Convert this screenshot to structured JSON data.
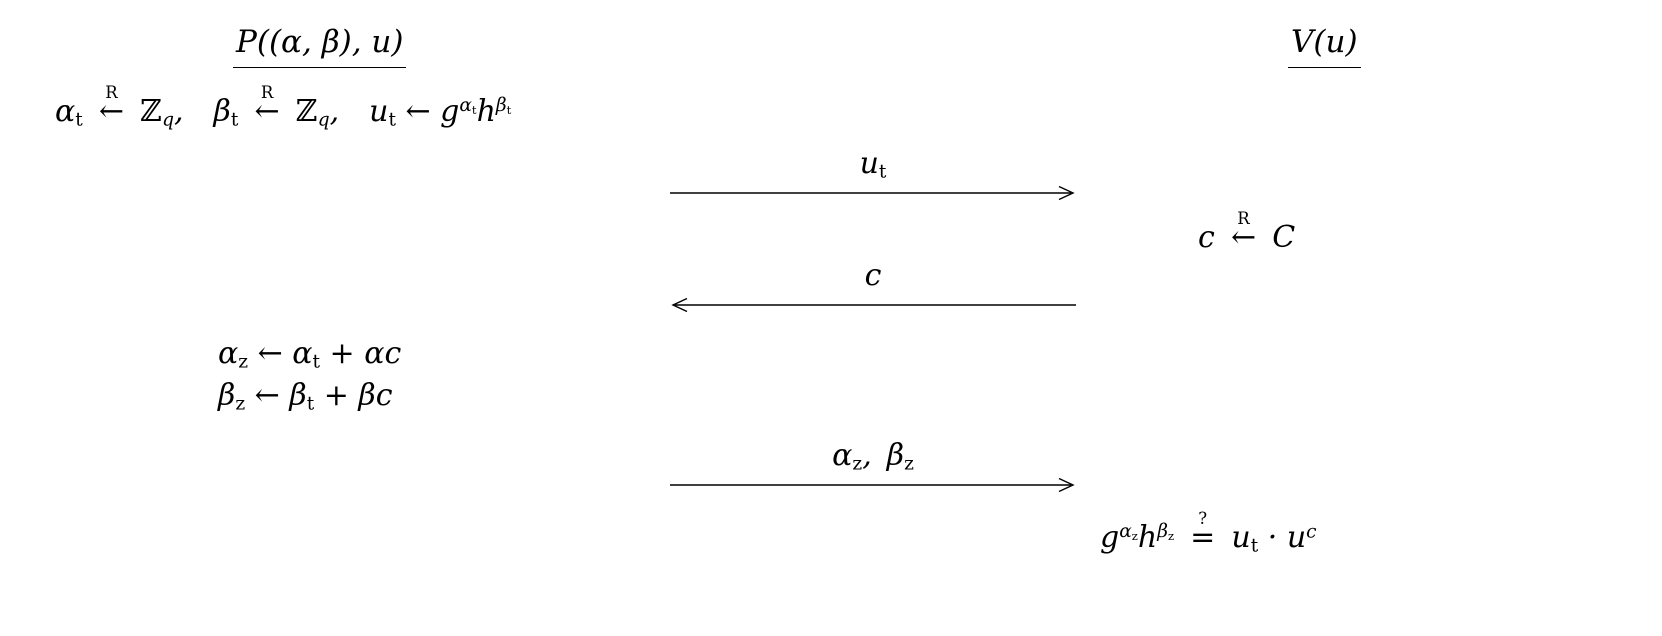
{
  "colors": {
    "ink": "#000000",
    "background": "#ffffff"
  },
  "protocol": {
    "prover": {
      "header": "P((α, β), u)",
      "commitment": "α_{\\up{t}} \\stack{\\up{R}}{←} \\up{ℤ}_{q}, β_{\\up{t}} \\stack{\\up{R}}{←} \\up{ℤ}_{q}, u_{\\up{t}} ← g^{α_{\\up{t}}}h^{β_{\\up{t}}}",
      "response_alpha": "α_{\\up{z}} ← α_{\\up{t}} + αc",
      "response_beta": "β_{\\up{z}} ← β_{\\up{t}} + βc"
    },
    "verifier": {
      "header": "V(u)",
      "challenge": "c \\stack{\\up{R}}{←} C",
      "check": "g^{α_{\\up{z}}}h^{β_{\\up{z}}} \\stack{?}{=} u_{\\up{t}} · u^{c}"
    },
    "messages": [
      {
        "label": "u_{\\up{t}}",
        "direction": "right"
      },
      {
        "label": "c",
        "direction": "left"
      },
      {
        "label": "α_{\\up{z}}, β_{\\up{z}}",
        "direction": "right"
      }
    ]
  }
}
